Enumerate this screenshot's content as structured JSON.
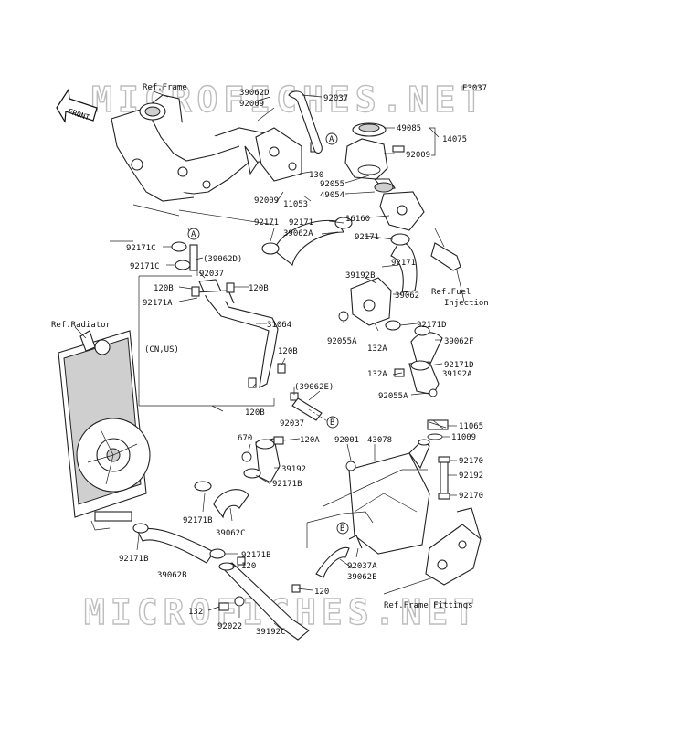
{
  "diagram_code": "E3037",
  "watermark": [
    "MICROFICHES.NET",
    "MICROFICHES.NET"
  ],
  "front_arrow": "FRONT",
  "references": {
    "frame": "Ref.Frame",
    "radiator": "Ref.Radiator",
    "fuel_injection_1": "Ref.Fuel",
    "fuel_injection_2": "Injection",
    "frame_fittings": "Ref.Frame Fittings",
    "variant_note": "(CN,US)"
  },
  "callouts": {
    "A": "A",
    "B": "B"
  },
  "labels": {
    "l39062D_top": "39062D",
    "l92009_top": "92009",
    "l92037_top": "92037",
    "l49085": "49085",
    "l14075": "14075",
    "l92009_r": "92009",
    "l130": "130",
    "l11053": "11053",
    "l92009_mid": "92009",
    "l92055": "92055",
    "l49054": "49054",
    "l16160": "16160",
    "l92171_a": "92171",
    "l92171_b": "92171",
    "l39062A": "39062A",
    "l92171_c": "92171",
    "l92171C_1": "92171C",
    "l39062D_paren": "(39062D)",
    "l92171C_2": "92171C",
    "l92037_mid": "92037",
    "l120B_1": "120B",
    "l120B_2": "120B",
    "l92171A": "92171A",
    "l31064": "31064",
    "l120B_3": "120B",
    "l120B_4": "120B",
    "l39062E_paren": "(39062E)",
    "l92037_low": "92037",
    "l92171_d": "92171",
    "l39192B": "39192B",
    "l39062": "39062",
    "l92171D_1": "92171D",
    "l92055A_1": "92055A",
    "l132A_1": "132A",
    "l39062F": "39062F",
    "l92171D_2": "92171D",
    "l132A_2": "132A",
    "l39192A": "39192A",
    "l92055A_2": "92055A",
    "l670": "670",
    "l120A": "120A",
    "l39192": "39192",
    "l92171B_1": "92171B",
    "l92171B_2": "92171B",
    "l39062C": "39062C",
    "l92171B_3": "92171B",
    "l39062B": "39062B",
    "l92171B_4": "92171B",
    "l120_a": "120",
    "l120_b": "120",
    "l132": "132",
    "l92022": "92022",
    "l39192C": "39192C",
    "l92001": "92001",
    "l43078": "43078",
    "l11065": "11065",
    "l11009": "11009",
    "l92170_1": "92170",
    "l92192": "92192",
    "l92170_2": "92170",
    "l92037A": "92037A",
    "l39062E": "39062E"
  }
}
